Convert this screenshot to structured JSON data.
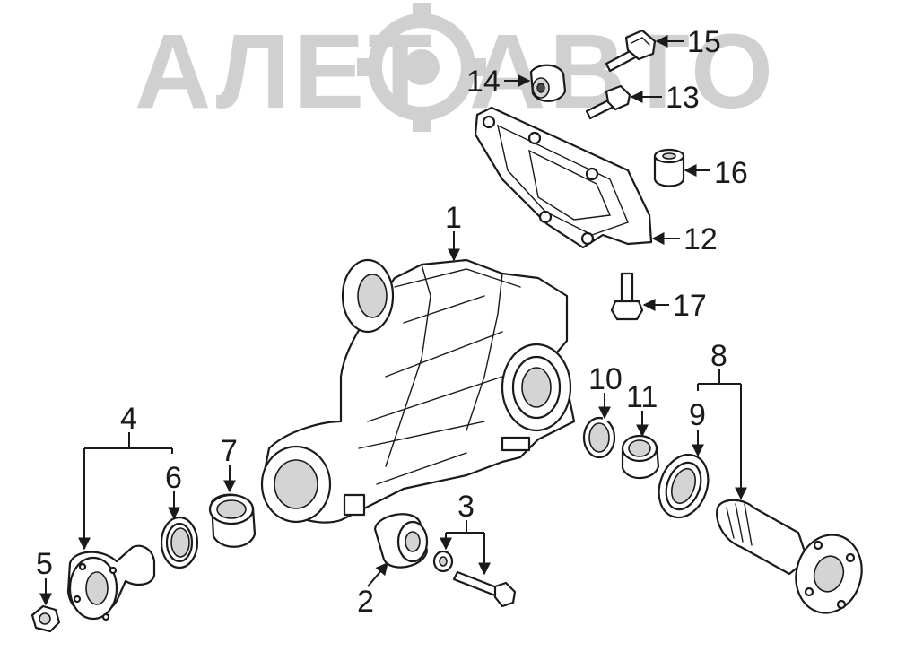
{
  "watermark": {
    "text": "АЛЕТ   АВТО",
    "color": "#cfcfcf"
  },
  "callouts": [
    {
      "id": "1",
      "label": "1"
    },
    {
      "id": "2",
      "label": "2"
    },
    {
      "id": "3",
      "label": "3"
    },
    {
      "id": "4",
      "label": "4"
    },
    {
      "id": "5",
      "label": "5"
    },
    {
      "id": "6",
      "label": "6"
    },
    {
      "id": "7",
      "label": "7"
    },
    {
      "id": "8",
      "label": "8"
    },
    {
      "id": "9",
      "label": "9"
    },
    {
      "id": "10",
      "label": "10"
    },
    {
      "id": "11",
      "label": "11"
    },
    {
      "id": "12",
      "label": "12"
    },
    {
      "id": "13",
      "label": "13"
    },
    {
      "id": "14",
      "label": "14"
    },
    {
      "id": "15",
      "label": "15"
    },
    {
      "id": "16",
      "label": "16"
    },
    {
      "id": "17",
      "label": "17"
    }
  ],
  "colors": {
    "line": "#1a1a1a",
    "shade": "#d4d4d4",
    "background": "#ffffff"
  }
}
